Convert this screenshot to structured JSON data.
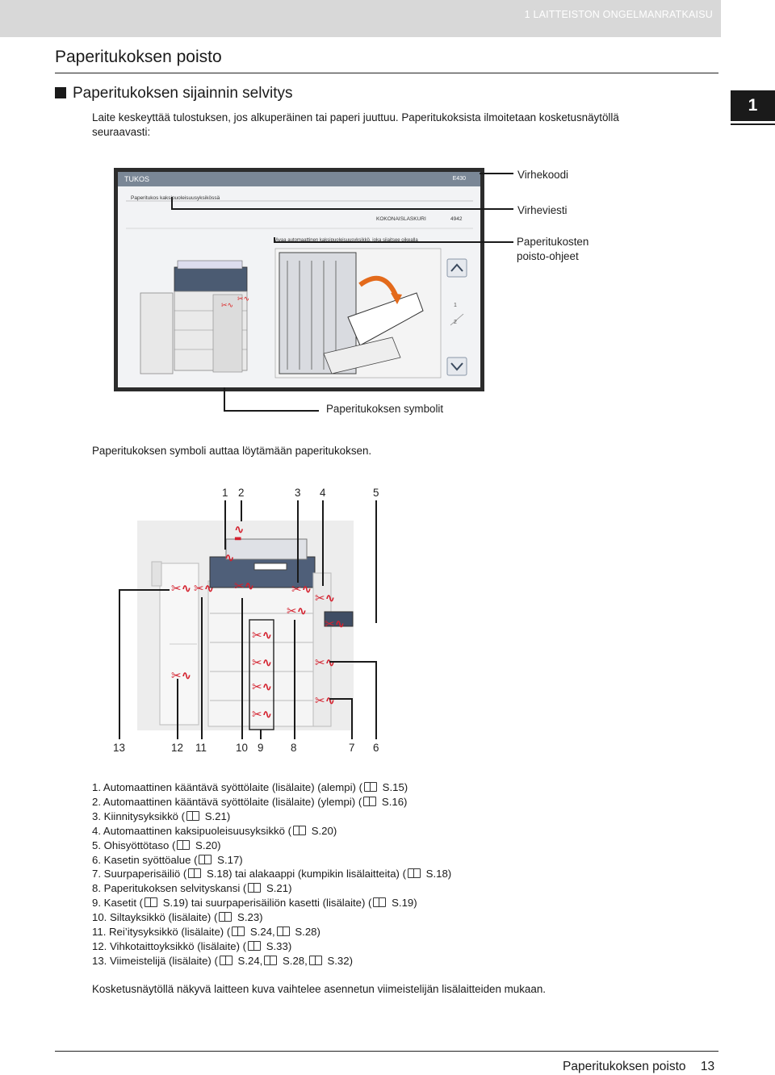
{
  "header": {
    "chapter_label": "1 LAITTEISTON ONGELMANRATKAISU"
  },
  "chapter_tab": "1",
  "page_title": "Paperitukoksen poisto",
  "section_title": "Paperitukoksen sijainnin selvitys",
  "intro_lines": [
    "Laite keskeyttää tulostuksen, jos alkuperäinen tai paperi juuttuu. Paperitukoksista ilmoitetaan kosketusnäytöllä",
    "seuraavasti:"
  ],
  "screen": {
    "title": "TUKOS",
    "code": "E430",
    "message": "Paperitukos kaksipuoleisuusyksikössä",
    "counter_label": "KOKONAISLASKURI",
    "counter_value": "4942",
    "instruction": "Avaa automaattinen kaksipuoleisuusyksikkö, joka sijaitsee oikealla",
    "page_1": "1",
    "page_2": "2"
  },
  "callouts": {
    "error_code": "Virhekoodi",
    "error_message": "Virheviesti",
    "instructions_line1": "Paperitukosten",
    "instructions_line2": "poisto-ohjeet",
    "symbols": "Paperitukoksen symbolit"
  },
  "symbol_note": "Paperitukoksen symboli auttaa löytämään paperitukoksen.",
  "diagram_numbers_top": [
    "1",
    "2",
    "3",
    "4",
    "5"
  ],
  "diagram_numbers_bottom": [
    "13",
    "12",
    "11",
    "10",
    "9",
    "8",
    "7",
    "6"
  ],
  "list_items": [
    {
      "pre": "1.  Automaattinen kääntävä syöttölaite (lisälaite) (alempi) (",
      "refs": [
        "S.15)"
      ]
    },
    {
      "pre": "2.  Automaattinen kääntävä syöttölaite (lisälaite) (ylempi) (",
      "refs": [
        "S.16)"
      ]
    },
    {
      "pre": "3.  Kiinnitysyksikkö (",
      "refs": [
        "S.21)"
      ]
    },
    {
      "pre": "4.  Automaattinen kaksipuoleisuusyksikkö (",
      "refs": [
        "S.20)"
      ]
    },
    {
      "pre": "5.  Ohisyöttötaso (",
      "refs": [
        "S.20)"
      ]
    },
    {
      "pre": "6.  Kasetin syöttöalue (",
      "refs": [
        "S.17)"
      ]
    },
    {
      "pre": "7.  Suurpaperisäiliö (",
      "refs": [
        "S.18) tai alakaappi (kumpikin lisälaitteita) (",
        "S.18)"
      ]
    },
    {
      "pre": "8.  Paperitukoksen selvityskansi (",
      "refs": [
        "S.21)"
      ]
    },
    {
      "pre": "9.  Kasetit (",
      "refs": [
        "S.19) tai suurpaperisäiliön kasetti (lisälaite) (",
        "S.19)"
      ]
    },
    {
      "pre": "10. Siltayksikkö (lisälaite) (",
      "refs": [
        "S.23)"
      ]
    },
    {
      "pre": "11. Rei’itysyksikkö (lisälaite) (",
      "refs": [
        "S.24,",
        "S.28)"
      ]
    },
    {
      "pre": "12. Vihkotaittoyksikkö (lisälaite) (",
      "refs": [
        "S.33)"
      ]
    },
    {
      "pre": "13. Viimeistelijä (lisälaite) (",
      "refs": [
        "S.24,",
        "S.28,",
        "S.32)"
      ]
    }
  ],
  "closing_note": "Kosketusnäytöllä näkyvä laitteen kuva vaihtelee asennetun viimeistelijän lisälaitteiden mukaan.",
  "footer": {
    "title": "Paperitukoksen poisto",
    "page": "13"
  }
}
